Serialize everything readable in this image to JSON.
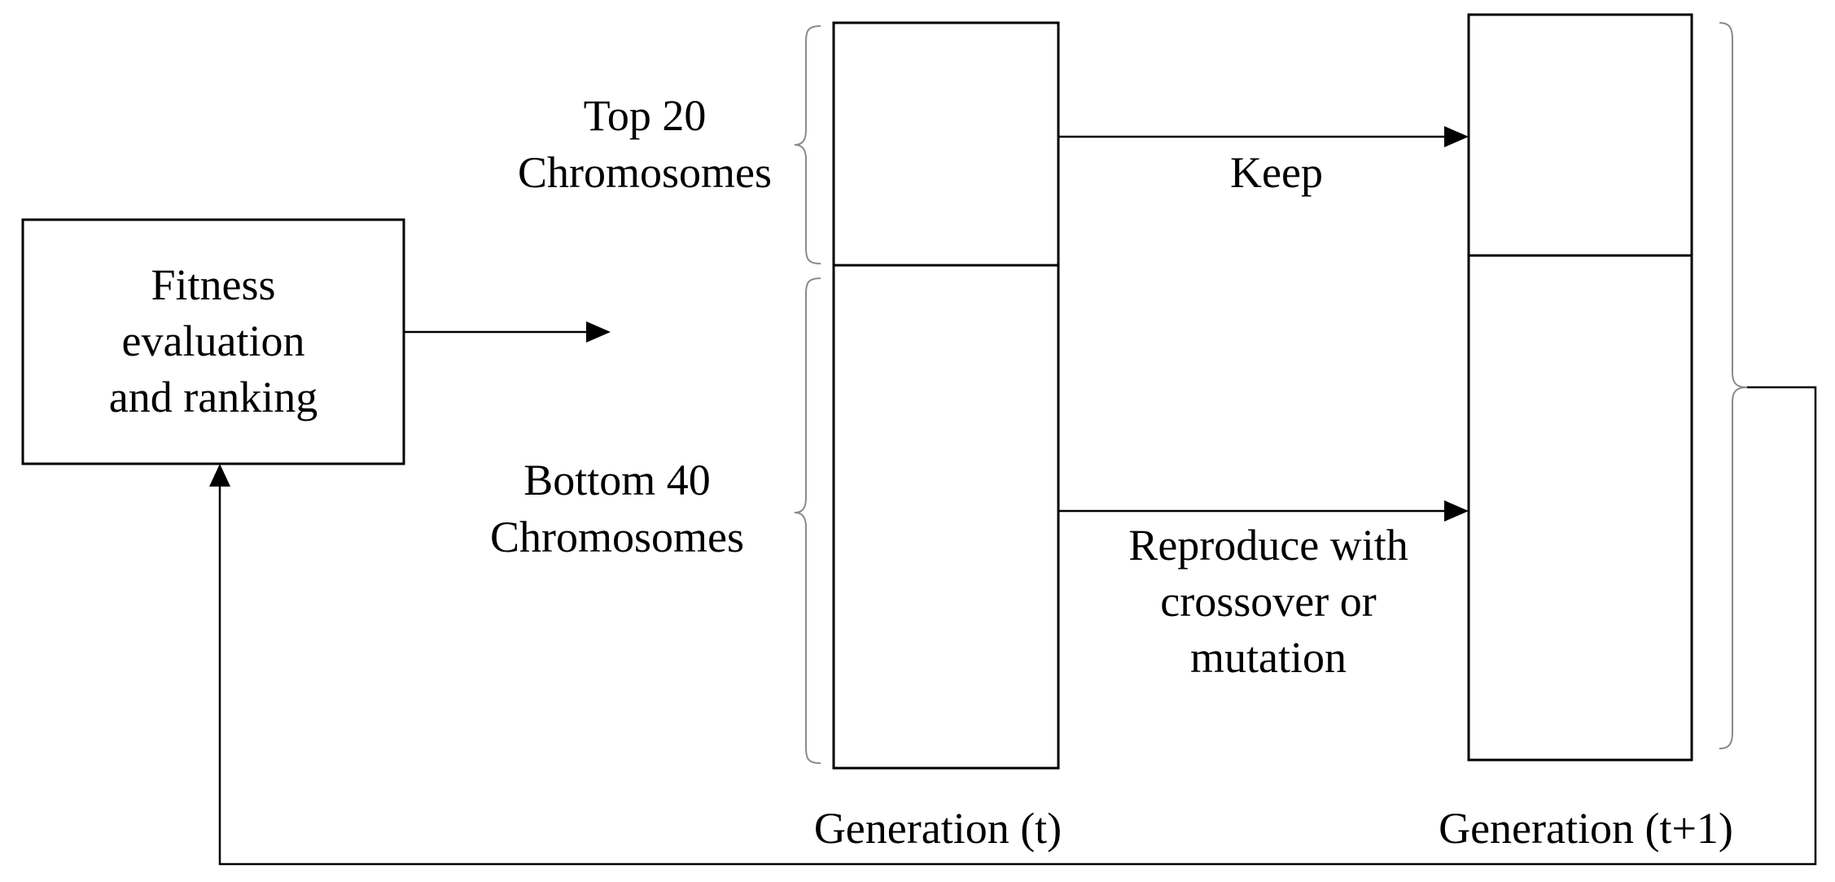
{
  "fitness_box": {
    "lines": [
      "Fitness",
      "evaluation",
      "and ranking"
    ]
  },
  "top_group": {
    "lines": [
      "Top 20",
      "Chromosomes"
    ]
  },
  "bottom_group": {
    "lines": [
      "Bottom 40",
      "Chromosomes"
    ]
  },
  "keep_arrow": {
    "label": "Keep"
  },
  "reproduce_arrow": {
    "lines": [
      "Reproduce with",
      "crossover or",
      "mutation"
    ]
  },
  "generation_t": {
    "label": "Generation (t)"
  },
  "generation_t1": {
    "label": "Generation (t+1)"
  }
}
